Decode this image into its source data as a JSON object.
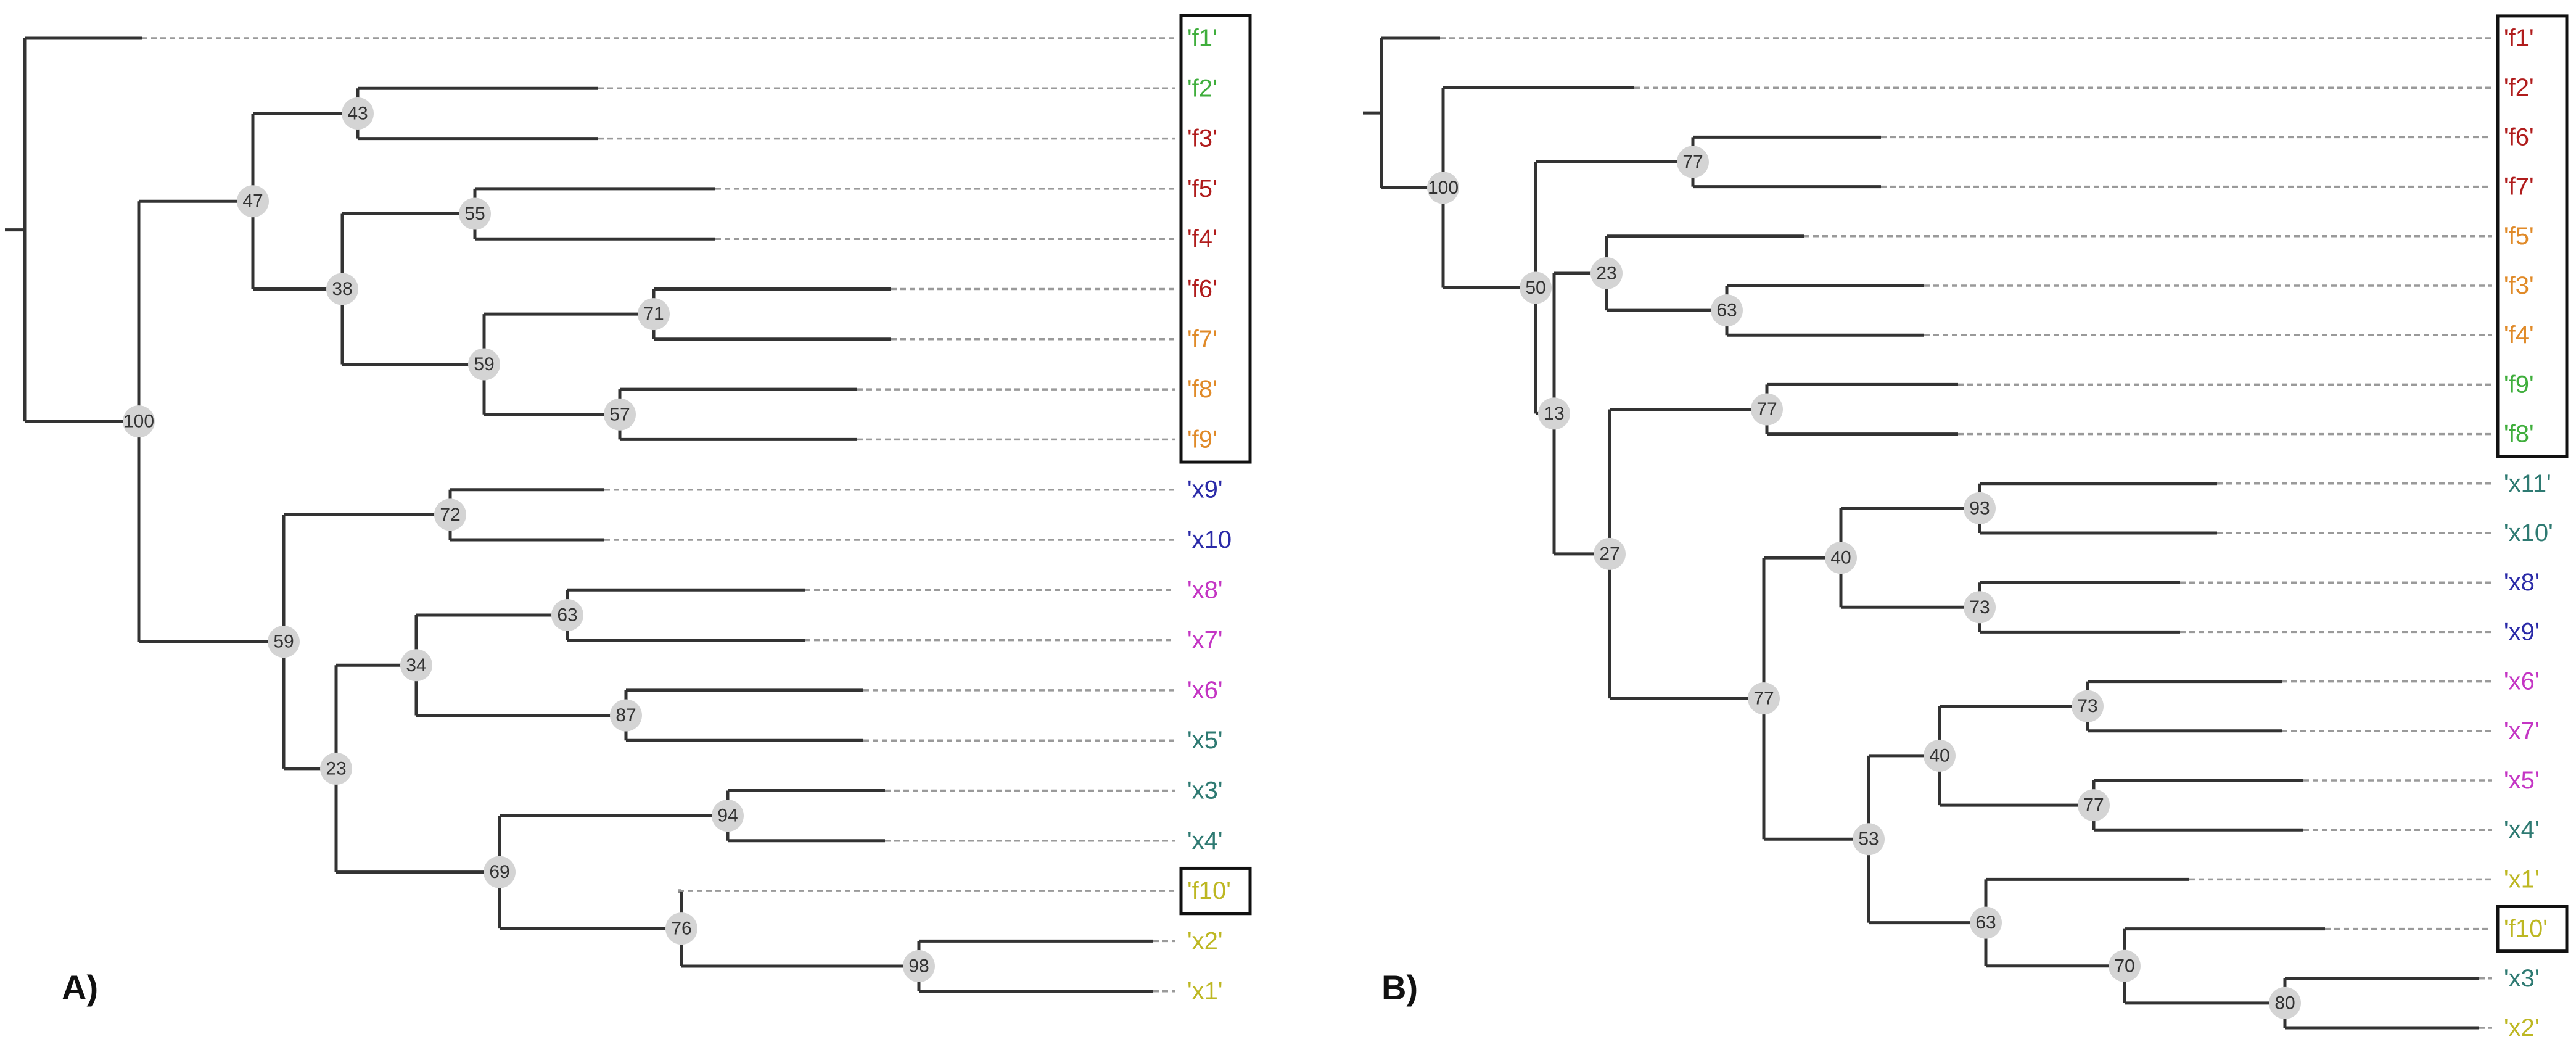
{
  "colors": {
    "f_green": "#3fae3c",
    "f_red": "#b01c1c",
    "f_orange": "#e08a28",
    "x_blue": "#2a2aa8",
    "x_magenta": "#c435c4",
    "x_teal": "#2e7a72",
    "olive": "#bdb722"
  },
  "panels": [
    {
      "label": "A)",
      "nodes": [
        "100",
        "47",
        "43",
        "38",
        "55",
        "59",
        "71",
        "57",
        "59",
        "72",
        "23",
        "34",
        "63",
        "87",
        "69",
        "94",
        "76",
        "98"
      ],
      "leaves": [
        {
          "text": "'f1'",
          "color": "f_green",
          "boxed": true
        },
        {
          "text": "'f2'",
          "color": "f_green",
          "boxed": true
        },
        {
          "text": "'f3'",
          "color": "f_red",
          "boxed": true
        },
        {
          "text": "'f5'",
          "color": "f_red",
          "boxed": true
        },
        {
          "text": "'f4'",
          "color": "f_red",
          "boxed": true
        },
        {
          "text": "'f6'",
          "color": "f_red",
          "boxed": true
        },
        {
          "text": "'f7'",
          "color": "f_orange",
          "boxed": true
        },
        {
          "text": "'f8'",
          "color": "f_orange",
          "boxed": true
        },
        {
          "text": "'f9'",
          "color": "f_orange",
          "boxed": true
        },
        {
          "text": "'x9'",
          "color": "x_blue",
          "boxed": false
        },
        {
          "text": "'x10",
          "color": "x_blue",
          "boxed": false
        },
        {
          "text": "'x8'",
          "color": "x_magenta",
          "boxed": false
        },
        {
          "text": "'x7'",
          "color": "x_magenta",
          "boxed": false
        },
        {
          "text": "'x6'",
          "color": "x_magenta",
          "boxed": false
        },
        {
          "text": "'x5'",
          "color": "x_teal",
          "boxed": false
        },
        {
          "text": "'x3'",
          "color": "x_teal",
          "boxed": false
        },
        {
          "text": "'x4'",
          "color": "x_teal",
          "boxed": false
        },
        {
          "text": "'f10'",
          "color": "olive",
          "boxed": true
        },
        {
          "text": "'x2'",
          "color": "olive",
          "boxed": false
        },
        {
          "text": "'x1'",
          "color": "olive",
          "boxed": false
        }
      ]
    },
    {
      "label": "B)",
      "nodes": [
        "100",
        "50",
        "77",
        "23",
        "63",
        "13",
        "77",
        "27",
        "93",
        "40",
        "73",
        "77",
        "73",
        "40",
        "77",
        "53",
        "63",
        "70",
        "80"
      ],
      "leaves": [
        {
          "text": "'f1'",
          "color": "f_red",
          "boxed": true
        },
        {
          "text": "'f2'",
          "color": "f_red",
          "boxed": true
        },
        {
          "text": "'f6'",
          "color": "f_red",
          "boxed": true
        },
        {
          "text": "'f7'",
          "color": "f_red",
          "boxed": true
        },
        {
          "text": "'f5'",
          "color": "f_orange",
          "boxed": true
        },
        {
          "text": "'f3'",
          "color": "f_orange",
          "boxed": true
        },
        {
          "text": "'f4'",
          "color": "f_orange",
          "boxed": true
        },
        {
          "text": "'f9'",
          "color": "f_green",
          "boxed": true
        },
        {
          "text": "'f8'",
          "color": "f_green",
          "boxed": true
        },
        {
          "text": "'x11'",
          "color": "x_teal",
          "boxed": false
        },
        {
          "text": "'x10'",
          "color": "x_teal",
          "boxed": false
        },
        {
          "text": "'x8'",
          "color": "x_blue",
          "boxed": false
        },
        {
          "text": "'x9'",
          "color": "x_blue",
          "boxed": false
        },
        {
          "text": "'x6'",
          "color": "x_magenta",
          "boxed": false
        },
        {
          "text": "'x7'",
          "color": "x_magenta",
          "boxed": false
        },
        {
          "text": "'x5'",
          "color": "x_magenta",
          "boxed": false
        },
        {
          "text": "'x4'",
          "color": "x_teal",
          "boxed": false
        },
        {
          "text": "'x1'",
          "color": "olive",
          "boxed": false
        },
        {
          "text": "'f10'",
          "color": "olive",
          "boxed": true
        },
        {
          "text": "'x3'",
          "color": "x_teal",
          "boxed": false
        },
        {
          "text": "'x2'",
          "color": "olive",
          "boxed": false
        }
      ]
    }
  ]
}
